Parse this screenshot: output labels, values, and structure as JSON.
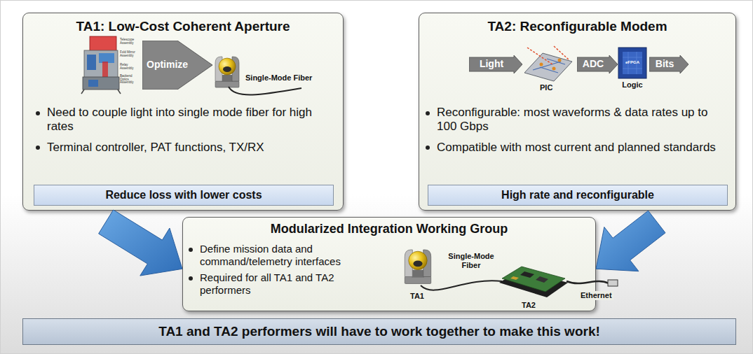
{
  "diagram": {
    "nodes": [
      {
        "text": [
          "TA1: Low-Cost Coherent Aperture",
          "Need to couple light into single mode fiber for high rates",
          "Terminal controller, PAT functions, TX/RX"
        ]
      },
      {
        "text": [
          "Optimize"
        ],
        "in": 0
      },
      {
        "text": [
          "Reduce loss with lower costs"
        ],
        "in": 0
      },
      {
        "text": [
          "TA2: Reconfigurable Modem",
          "Reconfigurable: most waveforms & data rates up to 100 Gbps",
          "Compatible with most current and planned standards"
        ]
      },
      {
        "text": [
          "Light"
        ],
        "in": 3
      },
      {
        "text": [
          "ADC"
        ],
        "in": 3
      },
      {
        "text": [
          "Bits"
        ],
        "in": 3
      },
      {
        "text": [
          "High rate and reconfigurable"
        ],
        "in": 3
      },
      {
        "text": [
          "Modularized Integration Working Group",
          "Define mission data and command/telemetry interfaces",
          "Required for all TA1 and TA2 performers"
        ]
      },
      {
        "text": [
          "TA1 and TA2 performers will have to work together to make this work!"
        ]
      }
    ],
    "edges": [
      {
        "from": 0,
        "to": 8,
        "arrow": "to"
      },
      {
        "from": 3,
        "to": 8,
        "arrow": "to"
      }
    ],
    "labels": [
      "Telescope Assembly",
      "Fold Mirror Assembly",
      "Relay Assembly",
      "Backend Optics Assembly",
      "Single-Mode Fiber",
      "PIC",
      "eFPGA",
      "Logic",
      "Single-Mode Fiber",
      "TA1",
      "TA2",
      "Ethernet"
    ]
  }
}
